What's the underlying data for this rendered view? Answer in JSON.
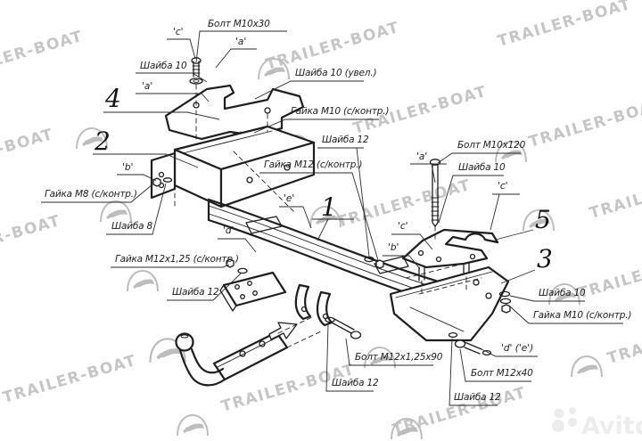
{
  "watermark": {
    "text": "TRAILER-BOAT",
    "color": "#c6c6c6",
    "logo": "boat-dome-icon"
  },
  "brand": {
    "avito": "Avito",
    "color": "#ececec"
  },
  "diagram": {
    "type": "exploded-assembly-drawing",
    "parts": {
      "p1": "1",
      "p2": "2",
      "p3": "3",
      "p4": "4",
      "p5": "5"
    },
    "refs": {
      "a": "'a'",
      "b": "'b'",
      "c": "'c'",
      "d": "'d'",
      "e": "'e'",
      "d_e": "'d' ('e')"
    },
    "callouts": {
      "bolt_m10x30": "Болт М10х30",
      "washer_10_top": "Шайба 10",
      "washer_10_enlarged": "Шайба 10 (увел.)",
      "nut_m10_left": "Гайка М10 (с/контр.)",
      "washer_12_mid": "Шайба 12",
      "nut_m12_mid": "Гайка М12 (с/контр.)",
      "nut_m8": "Гайка М8 (с/контр.)",
      "washer_8": "Шайба 8",
      "nut_m12x125": "Гайка М12х1,25 (с/контр.)",
      "washer_12_left": "Шайба 12",
      "bolt_m10x120": "Болт М10х120",
      "washer_10_right": "Шайба 10",
      "washer_10_right2": "Шайба 10",
      "nut_m10_right": "Гайка М10 (с/контр.)",
      "bolt_m12x125x90": "Болт М12х1,25х90",
      "washer_12_bottom": "Шайба 12",
      "bolt_m12x40": "Болт М12х40",
      "washer_12_bottom_right": "Шайба 12"
    }
  }
}
